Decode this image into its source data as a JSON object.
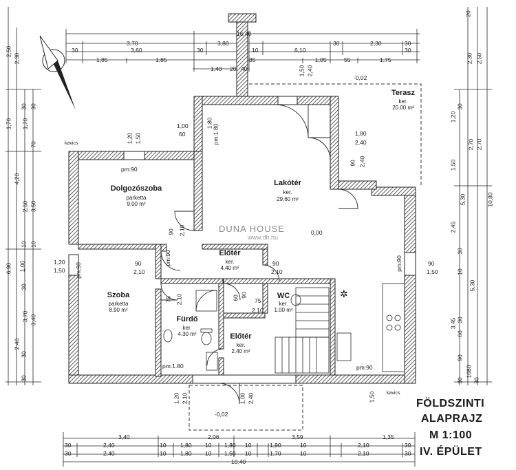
{
  "title": {
    "line1": "FÖLDSZINTI",
    "line2": "ALAPRAJZ",
    "line3": "M 1:100",
    "line4": "IV. ÉPÜLET"
  },
  "watermark": {
    "brand": "DUNA HOUSE",
    "site": "www.dh.hu"
  },
  "rooms": {
    "terasz": {
      "name": "Terasz",
      "floor": "ker.",
      "area": "20.00 m²"
    },
    "lakoter": {
      "name": "Lakótér",
      "floor": "ker.",
      "area": "29.60 m²"
    },
    "dolgozo": {
      "name": "Dolgozószoba",
      "floor": "parketta",
      "area": "9.00 m²"
    },
    "eloter1": {
      "name": "Előtér",
      "floor": "ker.",
      "area": "4.40 m²"
    },
    "szoba": {
      "name": "Szoba",
      "floor": "parketta",
      "area": "8.90 m²"
    },
    "wc": {
      "name": "WC",
      "floor": "ker.",
      "area": "1.00 m²"
    },
    "furdo": {
      "name": "Fürdő",
      "floor": "ker.",
      "area": "4.30 m²"
    },
    "eloter2": {
      "name": "Előtér",
      "floor": "ker.",
      "area": "2.40 m²"
    }
  },
  "notes": {
    "kavics_nw": "kavics",
    "kavics_se": "kavics",
    "pm90_a": "pm:90",
    "pm180_a": "pm:1.80",
    "pm90_b": "pm:90",
    "pm180_b": "pm:1.80",
    "pm90_c": "pm:90",
    "level_terrace": "-0,02",
    "level_entry": "-0,02",
    "level_floor": "0,00"
  },
  "dims_top": {
    "r1a": "3,70",
    "r1b": "16,40",
    "r2a": "3,60",
    "r2b": "3,80",
    "r2c": "6,10",
    "r2d": "2,30",
    "r3a": "30",
    "r3b": "30",
    "r3c": "10",
    "r3d": "30",
    "r3e": "30",
    "r3f": "30",
    "r4a": "1,85",
    "r4b": "1,85",
    "r4c": "35",
    "r4d": "1,05",
    "r4e": "55",
    "r4f": "1,75",
    "r5a": "1,40",
    "r5b": "20",
    "r5c": "40"
  },
  "dims_bottom": {
    "b1a": "3,40",
    "b1b": "2,06",
    "b1c": "3,59",
    "b1d": "1,35",
    "b2": [
      "30",
      "2,40",
      "10",
      "1,80",
      "10",
      "1,80",
      "10",
      "1,90",
      "10",
      "2,10",
      "30"
    ],
    "b3": [
      "30",
      "2,40",
      "10",
      "1,80",
      "10",
      "1,50",
      "10",
      "1,70",
      "10",
      "2,10",
      "30"
    ],
    "b4": "10,40"
  },
  "dims_left": {
    "l1": "2,50",
    "l2": "2,30",
    "l3": "1,70",
    "l4": "1,70",
    "l5": "30",
    "l6": "30",
    "l7": "4,20",
    "l8": "3,50",
    "l9": "2,50",
    "l10": "6,90",
    "l11": "10",
    "l12": "1,00",
    "l13": "30",
    "l14": "3,70",
    "l15": "3,40",
    "l16": "2,40",
    "l17": "30",
    "l18": "30",
    "l19": "70",
    "l20": "10"
  },
  "dims_right": {
    "r1": "20",
    "r2": "2,30",
    "r3": "2,50",
    "r4": "1,20",
    "r5": "30",
    "r6": "2,70",
    "r7": "2,70",
    "r8": "1,50",
    "r9": "5,30",
    "r10": "10,80",
    "r11": "2,45",
    "r12": "30",
    "r13": "10",
    "r14": "5,30",
    "r15": "3,45",
    "r16": "60",
    "r17": "30",
    "r18": "90",
    "r19": "1080",
    "r20": "30",
    "r21": "30"
  },
  "openings": {
    "o1": "1,00",
    "o2": "60",
    "o3": "1,20",
    "o4": "1,50",
    "o5": "1,80",
    "o6": "1,50",
    "o7": "2,40",
    "o8": "1,80",
    "o9": "2,40",
    "o10": "90",
    "o11": "2,40",
    "o12": "90",
    "o13": "2,10",
    "o14": "1,20",
    "o15": "1,50",
    "o16": "90",
    "o17": "2,10",
    "o18": "90",
    "o19": "2,10",
    "o20": "90",
    "o21": "1,50",
    "o22": "75",
    "o23": "2,10",
    "o24": "60",
    "o25": "75",
    "o26": "2,10",
    "o27": "1,20",
    "o28": "2,10",
    "o29": "1,00",
    "o30": "2,40",
    "o31": "1,50",
    "o32": "pm:90",
    "o33": "90",
    "o34": "pm:90"
  }
}
